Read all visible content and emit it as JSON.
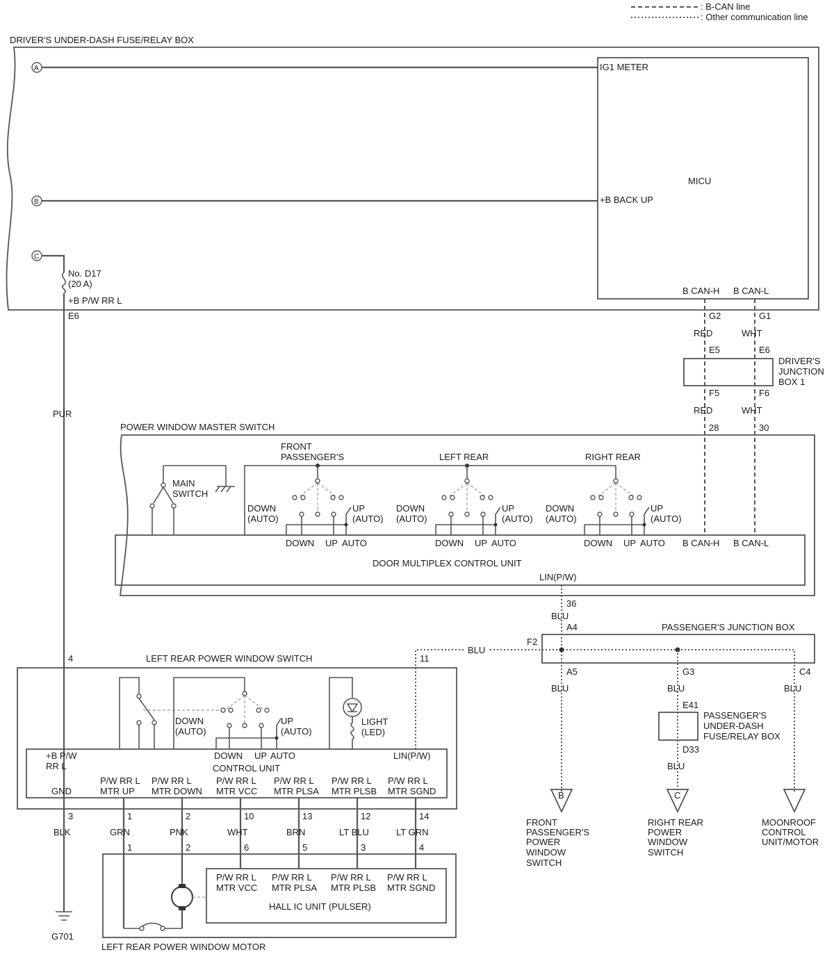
{
  "legend": {
    "bcan": ": B-CAN line",
    "other": ": Other communication line"
  },
  "boxes": {
    "fuse_box": "DRIVER'S UNDER-DASH FUSE/RELAY BOX",
    "micu": "MICU",
    "ig1_meter": "IG1 METER",
    "b_back_up": "+B BACK UP",
    "b_can_h": "B CAN-H",
    "b_can_l": "B CAN-L",
    "fuse_no": "No. D17",
    "fuse_amp": "(20 A)",
    "fuse_out": "+B P/W RR L",
    "junction1": [
      "DRIVER'S",
      "JUNCTION",
      "BOX 1"
    ],
    "master_switch": "POWER WINDOW MASTER SWITCH",
    "main_switch": [
      "MAIN",
      "SWITCH"
    ],
    "front_pass": [
      "FRONT",
      "PASSENGER'S"
    ],
    "left_rear": "LEFT REAR",
    "right_rear": "RIGHT REAR",
    "down_auto": [
      "DOWN",
      "(AUTO)"
    ],
    "up_auto": [
      "UP",
      "(AUTO)"
    ],
    "down": "DOWN",
    "up": "UP",
    "auto": "AUTO",
    "door_mux": "DOOR MULTIPLEX CONTROL UNIT",
    "lin_pw": "LIN(P/W)",
    "pass_jb": "PASSENGER'S JUNCTION BOX",
    "lr_switch": "LEFT REAR POWER WINDOW SWITCH",
    "light": [
      "LIGHT",
      "(LED)"
    ],
    "bpw_rrl": [
      "+B P/W",
      "RR L"
    ],
    "gnd": "GND",
    "control_unit": "CONTROL UNIT",
    "mtr_up": [
      "P/W RR L",
      "MTR UP"
    ],
    "mtr_down": [
      "P/W RR L",
      "MTR DOWN"
    ],
    "mtr_vcc": [
      "P/W RR L",
      "MTR VCC"
    ],
    "mtr_plsa": [
      "P/W RR L",
      "MTR PLSA"
    ],
    "mtr_plsb": [
      "P/W RR L",
      "MTR PLSB"
    ],
    "mtr_sgnd": [
      "P/W RR L",
      "MTR SGND"
    ],
    "hall_ic": "HALL IC UNIT (PULSER)",
    "motor": "LEFT REAR POWER WINDOW MOTOR",
    "pass_fuse": [
      "PASSENGER'S",
      "UNDER-DASH",
      "FUSE/RELAY BOX"
    ],
    "dest_b": [
      "FRONT",
      "PASSENGER'S",
      "POWER",
      "WINDOW",
      "SWITCH"
    ],
    "dest_c": [
      "RIGHT REAR",
      "POWER",
      "WINDOW",
      "SWITCH"
    ],
    "dest_moon": [
      "MOONROOF",
      "CONTROL",
      "UNIT/MOTOR"
    ],
    "ground": "G701"
  },
  "connectors": {
    "A": "A",
    "B": "B",
    "C": "C",
    "e6_fuse": "E6",
    "g2": "G2",
    "g1": "G1",
    "e5": "E5",
    "e6_jb": "E6",
    "f5": "F5",
    "f6": "F6",
    "n28": "28",
    "n30": "30",
    "n36": "36",
    "a4": "A4",
    "f2": "F2",
    "a5": "A5",
    "g3": "G3",
    "c4": "C4",
    "e41": "E41",
    "d33": "D33",
    "n4": "4",
    "n11": "11",
    "sw_pins": [
      "3",
      "1",
      "2",
      "10",
      "13",
      "12",
      "14"
    ],
    "mtr_pins": [
      "1",
      "2",
      "6",
      "5",
      "3",
      "4"
    ],
    "dest_b": "B",
    "dest_c": "C"
  },
  "wires": {
    "pur": "PUR",
    "red1": "RED",
    "wht1": "WHT",
    "red2": "RED",
    "wht2": "WHT",
    "blu_lin": "BLU",
    "blu_left": "BLU",
    "blu_a5": "BLU",
    "blu_g3": "BLU",
    "blu_c4": "BLU",
    "blu_d33": "BLU",
    "sw_colors": [
      "BLK",
      "GRN",
      "PNK",
      "WHT",
      "BRN",
      "LT BLU",
      "LT GRN"
    ]
  }
}
